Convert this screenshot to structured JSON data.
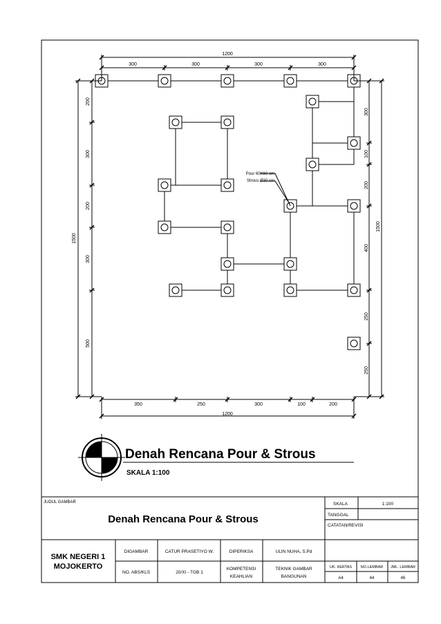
{
  "drawing": {
    "dims_top": {
      "total": "1200",
      "segments": [
        "300",
        "300",
        "300",
        "300"
      ]
    },
    "dims_bottom": {
      "total": "1200",
      "segments": [
        "350",
        "250",
        "300",
        "100",
        "200"
      ]
    },
    "dims_left": {
      "total": "1500",
      "segments": [
        "200",
        "300",
        "200",
        "300",
        "500"
      ]
    },
    "dims_right": {
      "total": "1500",
      "segments": [
        "300",
        "100",
        "200",
        "400",
        "250",
        "250"
      ]
    },
    "callout": {
      "line1": "Pour 60X60 cm",
      "line2": "Strous Ø30 cm"
    }
  },
  "caption": {
    "title": "Denah Rencana Pour & Strous",
    "scale": "SKALA 1:100"
  },
  "title_block": {
    "judul_label": "JUDUL GAMBAR",
    "judul_value": "Denah Rencana Pour & Strous",
    "skala_label": "SKALA",
    "skala_value": "1:100",
    "tanggal_label": "TANGGAL",
    "catatan_label": "CATATAN/REVISI",
    "school_line1": "SMK NEGERI 1",
    "school_line2": "MOJOKERTO",
    "digambar_label": "DIGAMBAR",
    "digambar_value": "CATUR PRASETIYO W.",
    "diperiksa_label": "DIPERIKSA",
    "diperiksa_value": "ULIN NUHA, S.Pd",
    "noabs_label": "NO. ABS/KLS",
    "noabs_value": "20/XI - TGB 1",
    "kompetensi_label_1": "KOMPETENSI",
    "kompetensi_label_2": "KEAHLIAN",
    "kompetensi_value_1": "TEKNIK GAMBAR",
    "kompetensi_value_2": "BANGUNAN",
    "ukkertas_label": "UK. KERTAS",
    "ukkertas_value": "A4",
    "nolembar_label": "NO.LEMBAR",
    "nolembar_value": "44",
    "jmllembar_label": "JML. LEMBAR",
    "jmllembar_value": "46"
  }
}
